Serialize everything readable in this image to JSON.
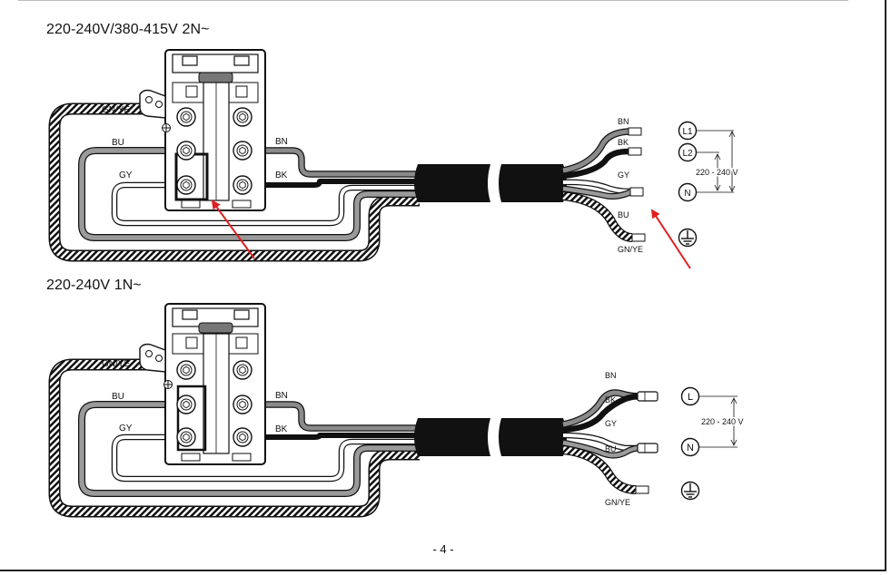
{
  "page": {
    "page_number": "- 4 -"
  },
  "diagrams": [
    {
      "heading": "220-240V/380-415V 2N~",
      "terminal_labels": {
        "gnye": "GN/YE",
        "bu": "BU",
        "gy": "GY",
        "bn": "BN",
        "bk": "BK"
      },
      "end_labels": {
        "bn": "BN",
        "bk": "BK",
        "gy": "GY",
        "bu": "BU",
        "gnye": "GN/YE"
      },
      "supply": {
        "l1": "L1",
        "l2": "L2",
        "n": "N",
        "voltage": "220 - 240 V"
      }
    },
    {
      "heading": "220-240V 1N~",
      "terminal_labels": {
        "gnye": "GN/YE",
        "bu": "BU",
        "gy": "GY",
        "bn": "BN",
        "bk": "BK"
      },
      "end_labels": {
        "bn": "BN",
        "bk": "BK",
        "gy": "GY",
        "bu": "BU",
        "gnye": "GN/YE"
      },
      "supply": {
        "l": "L",
        "n": "N",
        "voltage": "220 - 240 V"
      }
    }
  ],
  "colors": {
    "annotation_arrow": "#e02020"
  }
}
